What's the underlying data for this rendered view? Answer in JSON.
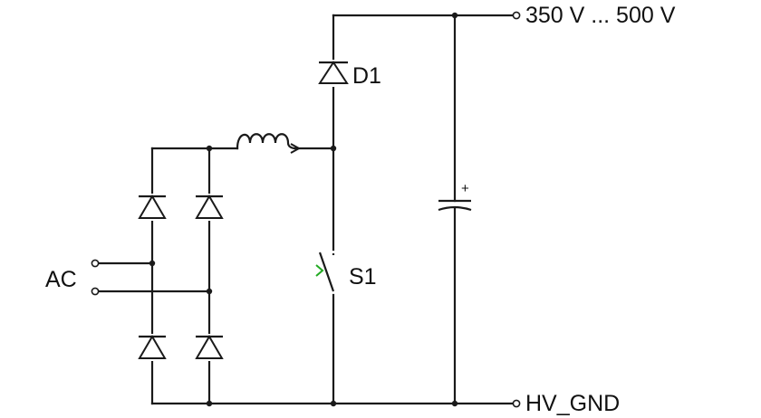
{
  "labels": {
    "output_voltage": "350 V ... 500 V",
    "ground": "HV_GND",
    "diode": "D1",
    "switch": "S1",
    "ac_input": "AC",
    "cap_polarity": "+"
  },
  "colors": {
    "wire": "#1a1a1a",
    "switch_actuator": "#22aa22",
    "background": "#ffffff"
  }
}
